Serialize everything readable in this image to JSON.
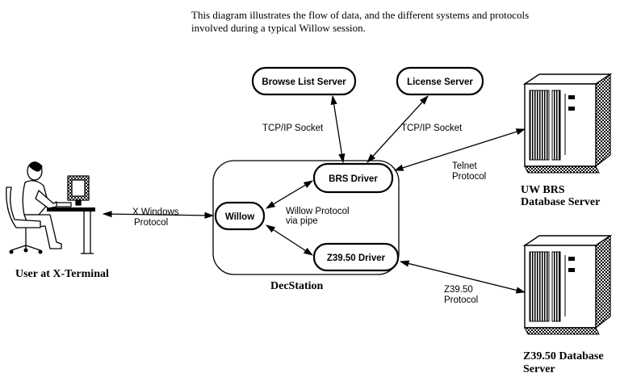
{
  "caption": {
    "line1": "This diagram illustrates the flow of data, and the different systems and protocols",
    "line2": "involved during a typical Willow session."
  },
  "nodes": {
    "browse_list_server": "Browse List Server",
    "license_server": "License Server",
    "brs_driver": "BRS Driver",
    "z3950_driver": "Z39.50 Driver",
    "willow": "Willow"
  },
  "protocols": {
    "tcp_left": "TCP/IP Socket",
    "tcp_right": "TCP/IP Socket",
    "telnet_line1": "Telnet",
    "telnet_line2": "Protocol",
    "xwin_line1": "X  Windows",
    "xwin_line2": "Protocol",
    "willow_line1": "Willow   Protocol",
    "willow_line2": "via pipe",
    "z3950_line1": "Z39.50",
    "z3950_line2": "Protocol"
  },
  "labels": {
    "decstation": "DecStation",
    "user": "User at X-Terminal",
    "uw_brs_line1": "UW BRS",
    "uw_brs_line2": "Database Server",
    "z3950_db_line1": "Z39.50 Database",
    "z3950_db_line2": "Server"
  },
  "icons": {
    "user": "user-at-terminal-icon",
    "server": "tower-server-icon"
  }
}
